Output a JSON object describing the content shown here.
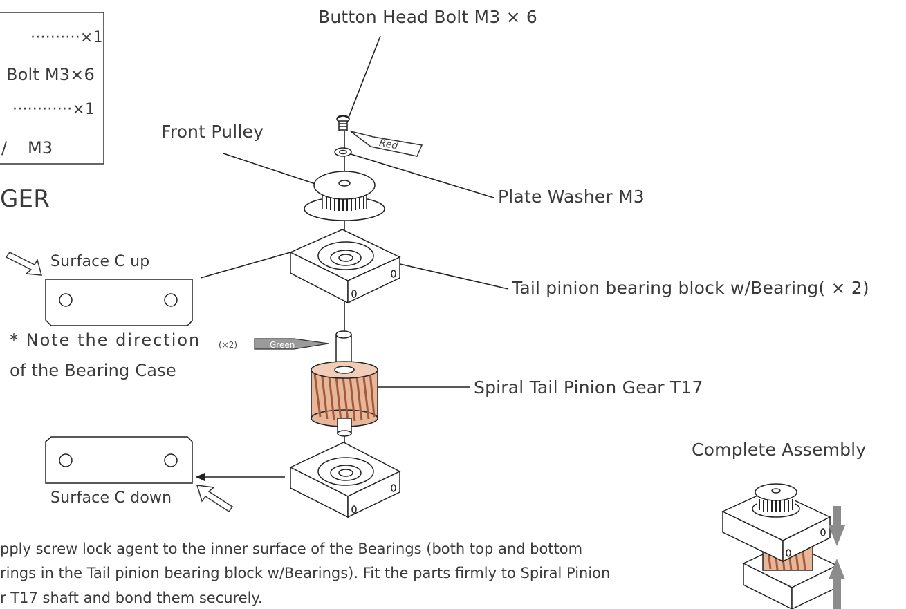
{
  "parts_box": {
    "line1": "··········×1",
    "line2": "Bolt M3×6",
    "line3": "············×1",
    "line4_prefix": "/",
    "line4": "M3"
  },
  "section_heading": "GER",
  "labels": {
    "button_head_bolt": "Button Head Bolt M3 × 6",
    "front_pulley": "Front Pulley",
    "plate_washer": "Plate Washer M3",
    "tail_block": "Tail pinion bearing block w/Bearing( × 2)",
    "spiral_gear": "Spiral Tail Pinion Gear T17",
    "surface_up": "Surface C up",
    "surface_down": "Surface C down",
    "complete_assembly": "Complete Assembly"
  },
  "tags": {
    "red": "Red",
    "green": "Green",
    "green_qty": "(×2)"
  },
  "direction_note": {
    "line1": "* Note the direction",
    "line2": "of the Bearing Case"
  },
  "instructions": {
    "line1": "pply screw lock agent to the inner surface of the Bearings (both top and bottom",
    "line2": "rings in the Tail pinion bearing block w/Bearings). Fit the parts firmly to Spiral Pinion",
    "line3": "r T17 shaft and bond them securely."
  },
  "colors": {
    "ink": "#3a3a3a",
    "tag_fill": "#9a9a9a",
    "gear_fill": "#e8b79a",
    "gear_shadow": "#c8876a",
    "arrow_gray": "#8c8c8c"
  }
}
